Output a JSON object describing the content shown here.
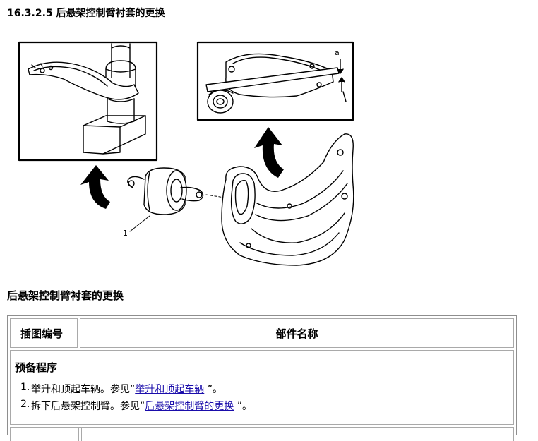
{
  "heading_section": "16.3.2.5 后悬架控制臂衬套的更换",
  "heading_table": "后悬架控制臂衬套的更换",
  "illustration": {
    "label_a": "a",
    "label_1": "1"
  },
  "table": {
    "col1": "插图编号",
    "col2": "部件名称",
    "prep_title": "预备程序",
    "steps": [
      {
        "num": "1.",
        "pre": "举升和顶起车辆。参见“",
        "link": "举升和顶起车辆",
        "post": " ”。"
      },
      {
        "num": "2.",
        "pre": "拆下后悬架控制臂。参见“",
        "link": "后悬架控制臂的更换",
        "post": " ”。"
      }
    ]
  }
}
